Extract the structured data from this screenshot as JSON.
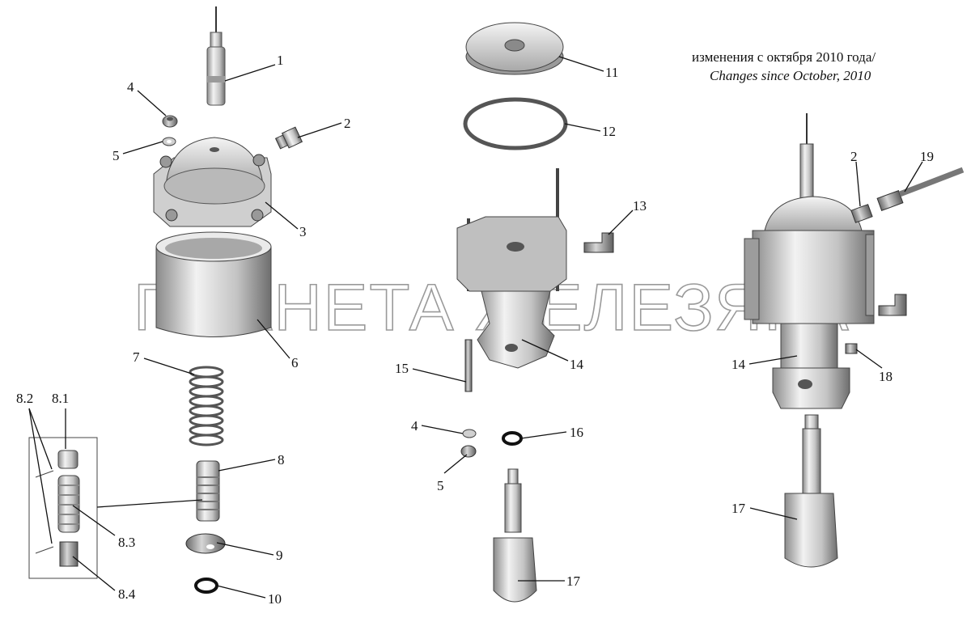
{
  "note": {
    "line1": "изменения с октября 2010 года/",
    "line2": "Changes since October, 2010"
  },
  "watermark": "ПЛАНЕТА ЖЕЛЕЗЯКА",
  "callouts": {
    "c1": "1",
    "c2a": "2",
    "c3": "3",
    "c4a": "4",
    "c5a": "5",
    "c6": "6",
    "c7": "7",
    "c8": "8",
    "c8_1": "8.1",
    "c8_2": "8.2",
    "c8_3": "8.3",
    "c8_4": "8.4",
    "c9": "9",
    "c10": "10",
    "c11": "11",
    "c12": "12",
    "c13": "13",
    "c14a": "14",
    "c15": "15",
    "c4b": "4",
    "c16": "16",
    "c5b": "5",
    "c17a": "17",
    "c2b": "2",
    "c19": "19",
    "c14b": "14",
    "c18": "18",
    "c17b": "17"
  },
  "colors": {
    "part_light": "#e6e6e6",
    "part_mid": "#bdbdbd",
    "part_dark": "#7a7a7a",
    "line": "#111111",
    "watermark": "#9a9a9a"
  }
}
